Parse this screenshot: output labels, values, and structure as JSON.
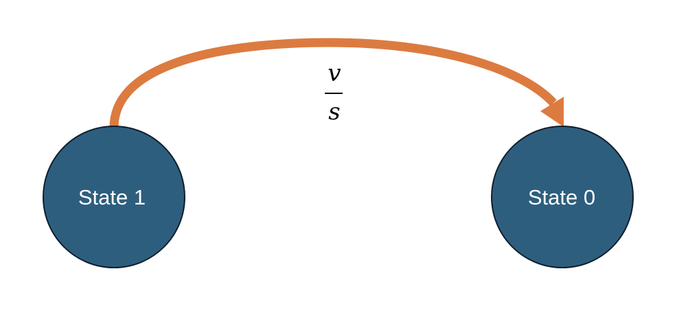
{
  "nodes": [
    {
      "id": "state-1",
      "label": "State 1"
    },
    {
      "id": "state-0",
      "label": "State 0"
    }
  ],
  "edge": {
    "from": "State 1",
    "to": "State 0",
    "label_numerator": "v",
    "label_denominator": "s"
  },
  "colors": {
    "node_fill": "#2e5e7e",
    "node_stroke": "#0f1f2c",
    "arrow": "#dc7b40",
    "label_text": "#ffffff"
  }
}
